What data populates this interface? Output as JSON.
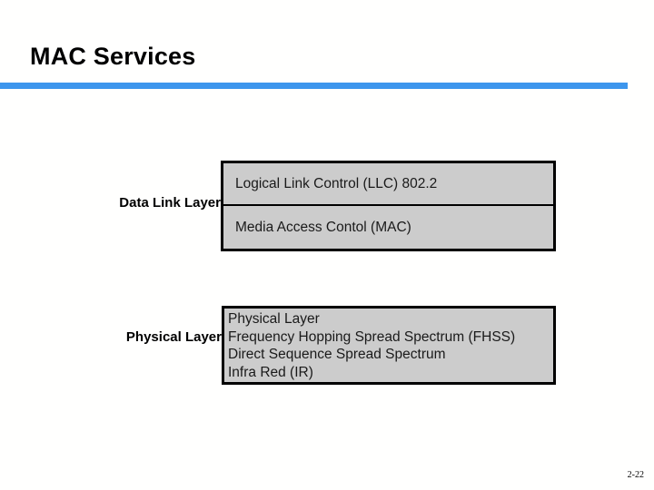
{
  "slide": {
    "title": "MAC Services",
    "page_number": "2-22",
    "accent_color": "#3d96ed",
    "box_fill_color": "#cccccc",
    "box_border_color": "#000000"
  },
  "diagram": {
    "layers": [
      {
        "label": "Data Link Layer",
        "sublayers": [
          "Logical Link Control (LLC) 802.2",
          "Media Access Contol (MAC)"
        ]
      },
      {
        "label": "Physical Layer",
        "entries": [
          "Physical Layer",
          "Frequency Hopping Spread Spectrum (FHSS)",
          "Direct Sequence Spread Spectrum",
          "Infra Red (IR)"
        ]
      }
    ]
  }
}
